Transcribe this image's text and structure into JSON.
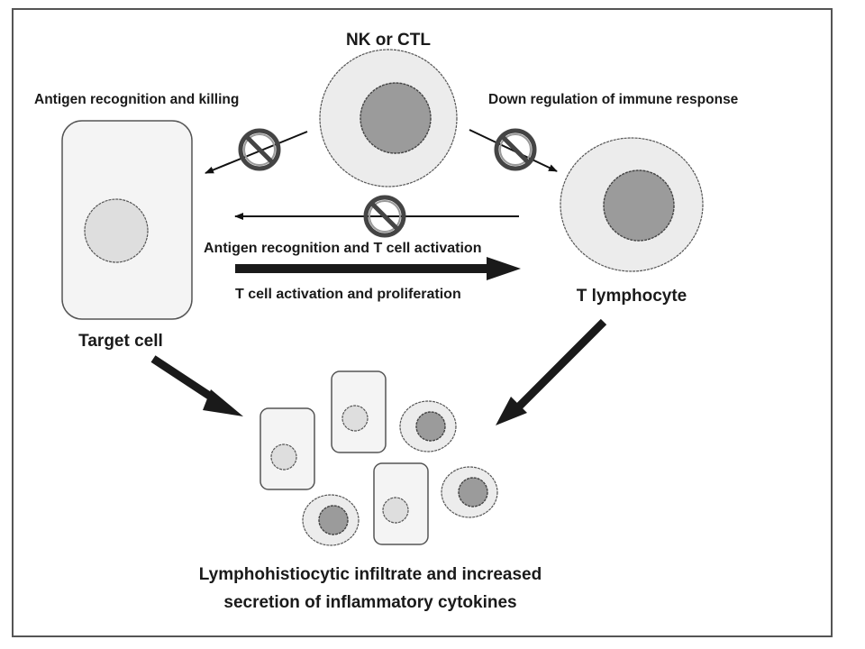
{
  "figure": {
    "nk_ctl_label": "NK or CTL",
    "target_cell_label": "Target cell",
    "t_lymphocyte_label": "T lymphocyte",
    "antigen_killing_label": "Antigen recognition and killing",
    "down_regulation_label": "Down regulation of immune response",
    "antigen_t_activation_label": "Antigen recognition and T cell activation",
    "t_proliferation_label": "T cell activation and proliferation",
    "outcome_line1": "Lymphohistiocytic infiltrate and increased",
    "outcome_line2": "secretion of inflammatory cytokines"
  },
  "icons": {
    "blocked": "prohibition-sign",
    "arrow": "arrow"
  },
  "colors": {
    "frame": "#555555",
    "text": "#1a1a1a",
    "cytoplasm": "#ececec",
    "nucleus_dark": "#9b9b9b",
    "nucleus_light": "#dedede"
  }
}
